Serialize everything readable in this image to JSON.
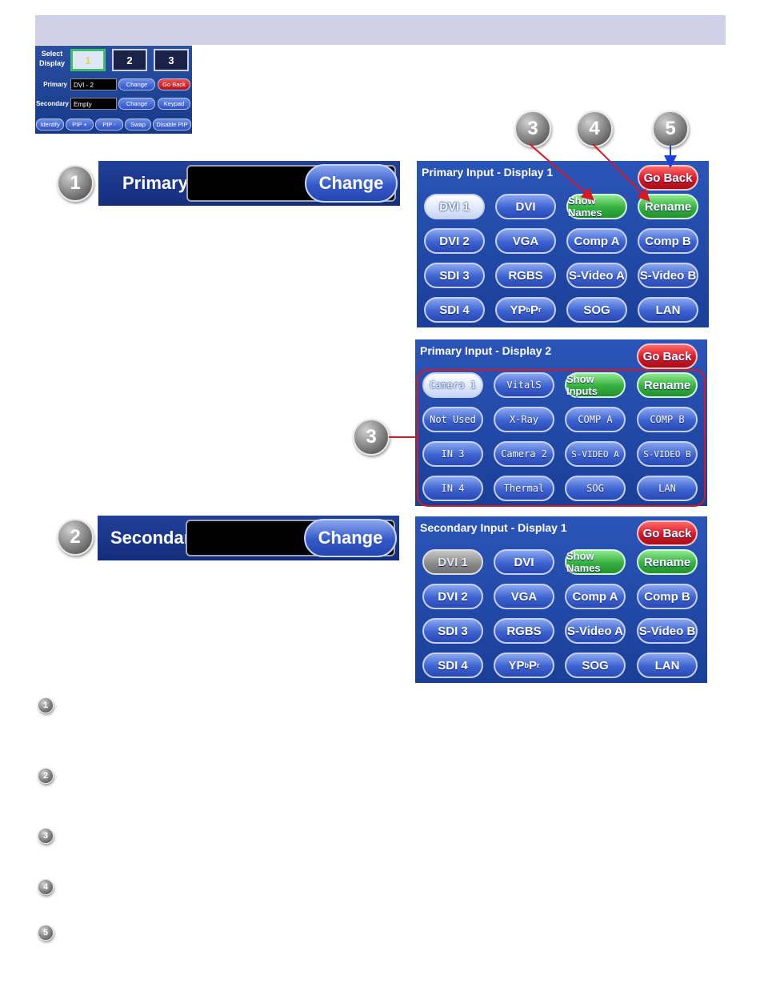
{
  "mini_panel": {
    "select_display_label": "Select Display",
    "displays": [
      "1",
      "2",
      "3"
    ],
    "primary_label": "Primary",
    "primary_value": "DVI - 2",
    "secondary_label": "Secondary",
    "secondary_value": "Empty",
    "change_label": "Change",
    "go_back_label": "Go Back",
    "keypad_label": "Keypad",
    "bottom_buttons": [
      "Identify",
      "PIP +",
      "PIP -",
      "Swap",
      "Disable PIP"
    ]
  },
  "callouts": [
    "1",
    "2",
    "3",
    "4",
    "5"
  ],
  "primary_strip": {
    "label": "Primary",
    "button": "Change"
  },
  "secondary_strip": {
    "label": "Secondary",
    "button": "Change"
  },
  "panel1": {
    "title": "Primary Input - Display 1",
    "go_back": "Go Back",
    "buttons": [
      "DVI 1",
      "DVI",
      "Show Names",
      "Rename",
      "DVI 2",
      "VGA",
      "Comp A",
      "Comp B",
      "SDI 3",
      "RGBS",
      "S-Video A",
      "S-Video B",
      "SDI 4",
      "YPbPr",
      "SOG",
      "LAN"
    ]
  },
  "panel2": {
    "title": "Primary Input - Display 2",
    "go_back": "Go Back",
    "buttons": [
      "Camera 1",
      "VitalS",
      "Show Inputs",
      "Rename",
      "Not Used",
      "X-Ray",
      "COMP A",
      "COMP B",
      "IN 3",
      "Camera 2",
      "S-VIDEO A",
      "S-VIDEO B",
      "IN 4",
      "Thermal",
      "SOG",
      "LAN"
    ]
  },
  "panel3": {
    "title": "Secondary Input - Display 1",
    "go_back": "Go Back",
    "buttons": [
      "DVI 1",
      "DVI",
      "Show Names",
      "Rename",
      "DVI 2",
      "VGA",
      "Comp A",
      "Comp B",
      "SDI 3",
      "RGBS",
      "S-Video A",
      "S-Video B",
      "SDI 4",
      "YPbPr",
      "SOG",
      "LAN"
    ]
  },
  "colors": {
    "panel_blue": "#1a3f98",
    "accent_green": "#35b040",
    "accent_red": "#d81824",
    "arrow_blue": "#1f3fd8"
  }
}
